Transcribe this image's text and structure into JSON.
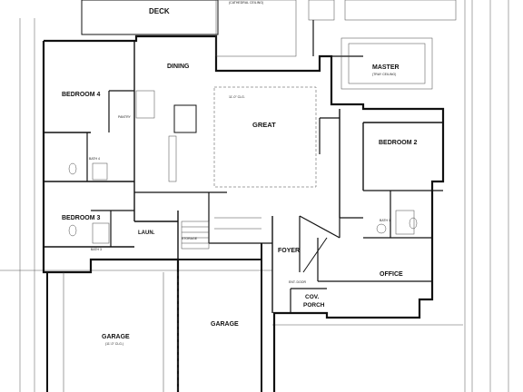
{
  "rooms": {
    "deck": "DECK",
    "dining": "DINING",
    "great": "GREAT",
    "master": "MASTER",
    "master_ceiling": "(TRAY CEILING)",
    "bedroom4": "BEDROOM 4",
    "bedroom2": "BEDROOM 2",
    "bedroom3": "BEDROOM 3",
    "laun": "LAUN.",
    "foyer": "FOYER",
    "office": "OFFICE",
    "cov_porch_1": "COV.",
    "cov_porch_2": "PORCH",
    "garage_center": "GARAGE",
    "garage_left": "GARAGE",
    "garage_left_ceiling": "(11'-0\" CLG.)"
  },
  "notes": {
    "cathedral_ceiling": "(CATHEDRAL CEILING)",
    "ceiling_height_great": "11'-0\" CLG.",
    "pantry": "PANTRY",
    "bath4": "BATH 4",
    "bath3": "BATH 3",
    "bath1": "BATH 1",
    "ent_door": "ENT. DOOR",
    "storage": "STORAGE"
  }
}
